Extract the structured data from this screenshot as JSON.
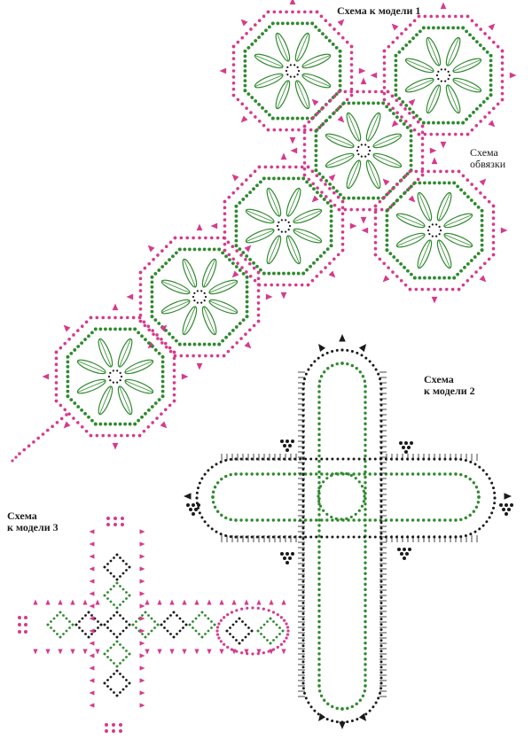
{
  "labels": {
    "model1": "Схема к модели 1",
    "binding_line1": "Схема",
    "binding_line2": "обвязки",
    "model2_line1": "Схема",
    "model2_line2": "к модели 2",
    "model3_line1": "Схема",
    "model3_line2": "к модели 3"
  },
  "colors": {
    "green": "#2f8a2f",
    "magenta": "#d63a8c",
    "black": "#1a1a1a",
    "background": "#ffffff"
  },
  "diagrams": {
    "model1": {
      "motif": "octagon",
      "motif_count": 7
    },
    "model2": {
      "motif": "cross"
    },
    "model3": {
      "motif": "cross"
    }
  }
}
